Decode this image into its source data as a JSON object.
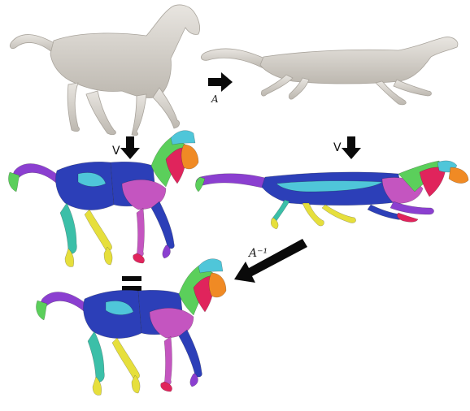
{
  "labels": {
    "forward_map": "A",
    "inverse_map": "A⁻¹",
    "map_v_left": "V",
    "map_v_right": "V",
    "equals": "="
  },
  "colors": {
    "mesh_gray": "#d9d6d1",
    "mesh_gray_shadow": "#b9b5ae",
    "arrow": "#0a0a0a",
    "seg_blue": "#2c3fb8",
    "seg_cyan": "#4fc6d9",
    "seg_green": "#5bcf5b",
    "seg_purple": "#8b3fd0",
    "seg_magenta": "#c455c0",
    "seg_red": "#e0245c",
    "seg_orange": "#f08a24",
    "seg_yellow": "#e6df3c",
    "seg_teal": "#3bbfa8",
    "seg_pink": "#e85a9a"
  }
}
